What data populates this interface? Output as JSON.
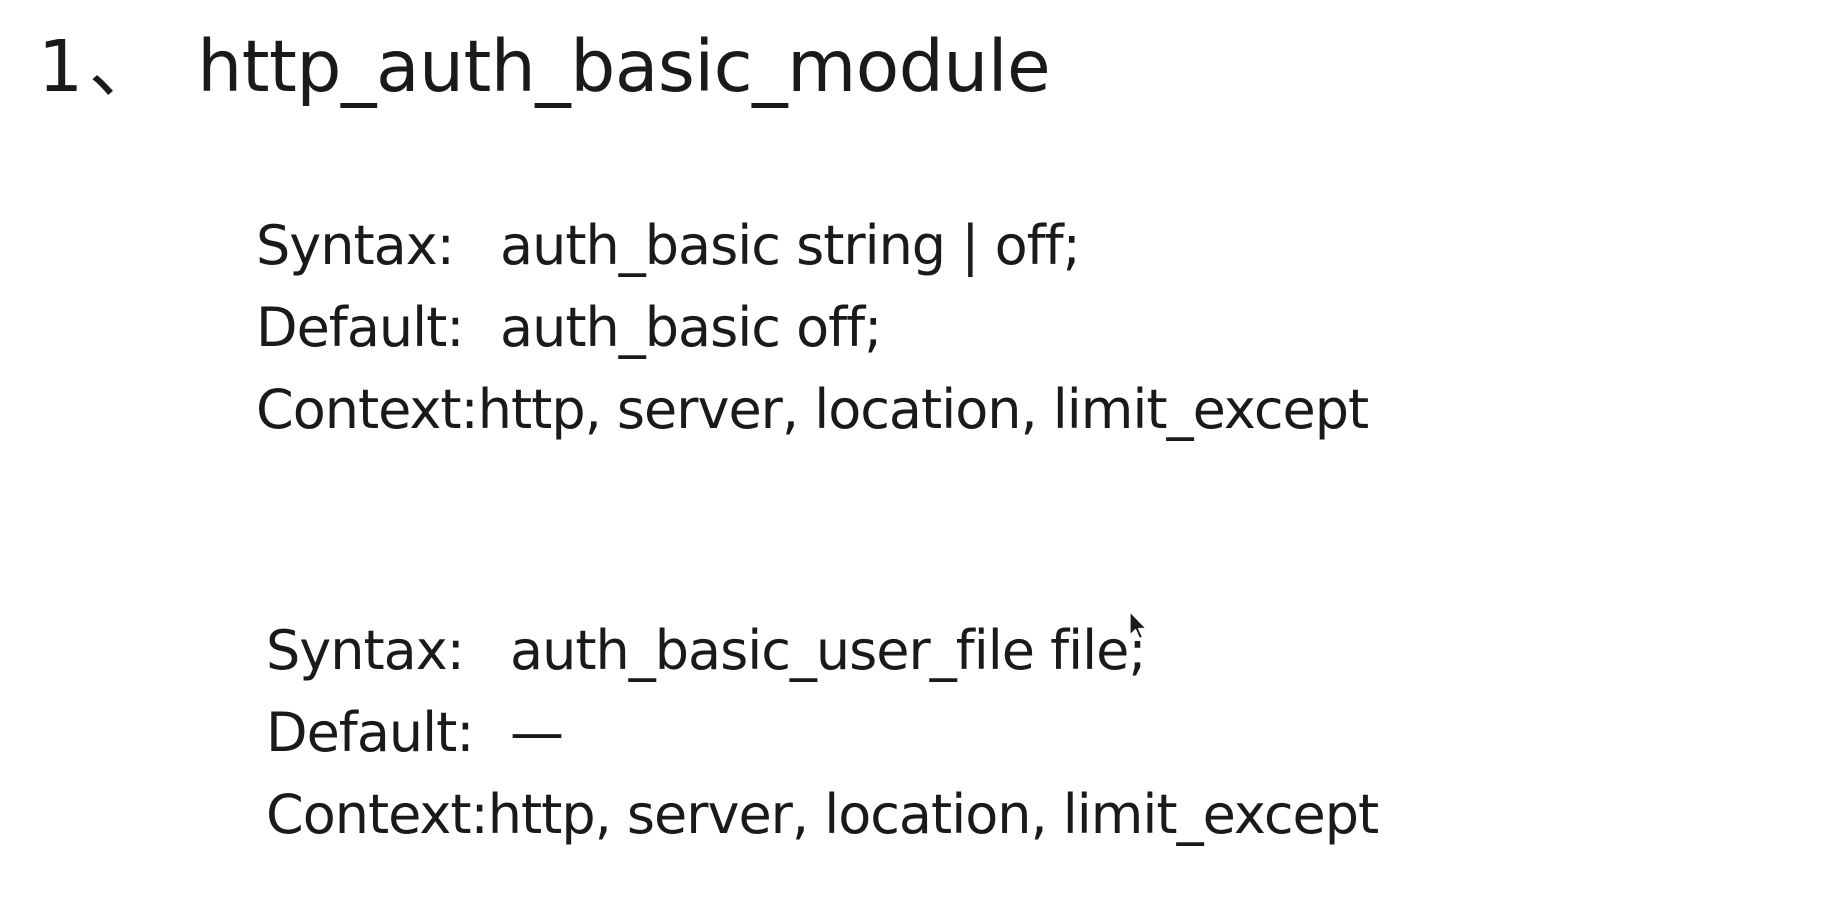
{
  "heading": {
    "number": "1",
    "separator": "、",
    "title": "http_auth_basic_module"
  },
  "directives": [
    {
      "syntax_label": "Syntax:",
      "syntax_value": "auth_basic string | off;",
      "default_label": "Default:",
      "default_value": "auth_basic off;",
      "context_label": "Context:",
      "context_value": "http, server, location, limit_except"
    },
    {
      "syntax_label": "Syntax:",
      "syntax_value": "auth_basic_user_file file;",
      "default_label": "Default:",
      "default_value": "—",
      "context_label": "Context:",
      "context_value": "http, server, location, limit_except"
    }
  ],
  "icons": {
    "cursor": "mouse-pointer-icon"
  }
}
